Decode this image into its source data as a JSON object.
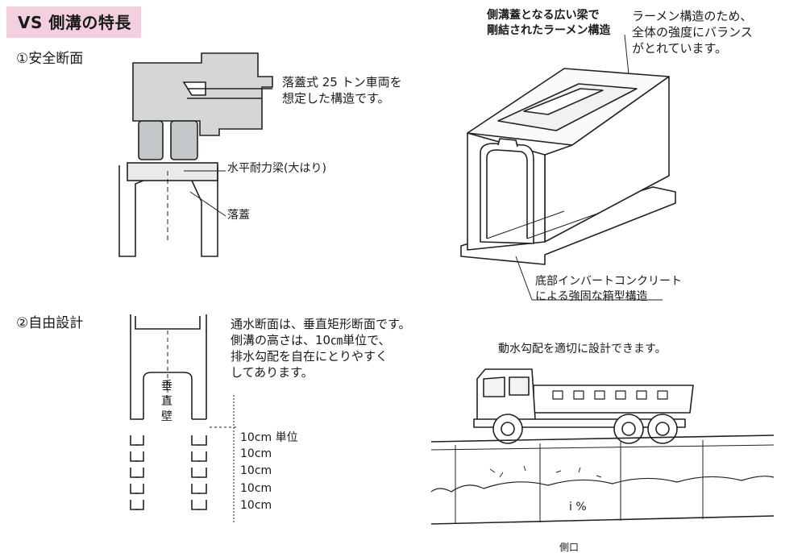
{
  "header": {
    "title": "VS 側溝の特長"
  },
  "section1": {
    "heading": "①安全断面",
    "note_cover": "落蓋式 25 トン車両を\n想定した構造です。",
    "label_beam": "水平耐力梁(大はり)",
    "label_lid": "落蓋"
  },
  "box": {
    "callout_top": "側溝蓋となる広い梁で\n剛結されたラーメン構造",
    "callout_right": "ラーメン構造のため、\n全体の強度にバランス\nがとれています。",
    "callout_bottom": "底部インバートコンクリート\nによる強固な箱型構造"
  },
  "section2": {
    "heading": "②自由設計",
    "note_design": "通水断面は、垂直矩形断面です。\n側溝の高さは、10㎝単位で、\n排水勾配を自在にとりやすく\nしてあります。",
    "wall_label": "垂\n直\n壁",
    "dims": [
      "10cm 単位",
      "10cm",
      "10cm",
      "10cm",
      "10cm"
    ]
  },
  "truck": {
    "caption": "動水勾配を適切に設計できます。",
    "slope": "i %",
    "bottom_cut": "側口"
  }
}
